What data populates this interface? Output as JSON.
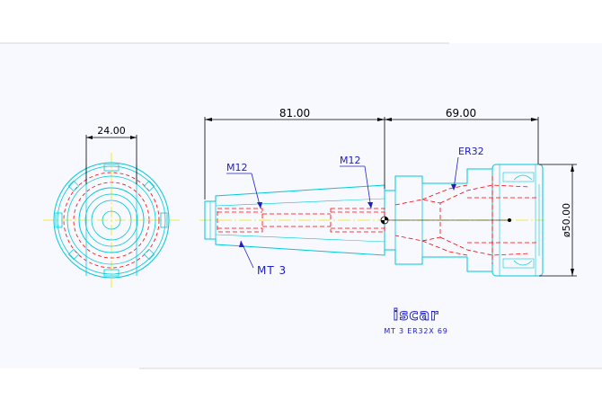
{
  "drawing": {
    "dim_front_width": "24.00",
    "dim_shank_length": "81.00",
    "dim_head_length": "69.00",
    "dim_diameter": "ø50.00",
    "label_thread_left": "M12",
    "label_thread_center": "M12",
    "label_collet": "ER32",
    "label_taper": "MT 3",
    "logo_text": "iscar",
    "part_number": "MT 3 ER32X 69"
  },
  "colors": {
    "outline": "#00c8d8",
    "hidden": "#ff0000",
    "center": "#e8e800",
    "dimension": "#000000",
    "annotation": "#2020c0"
  }
}
